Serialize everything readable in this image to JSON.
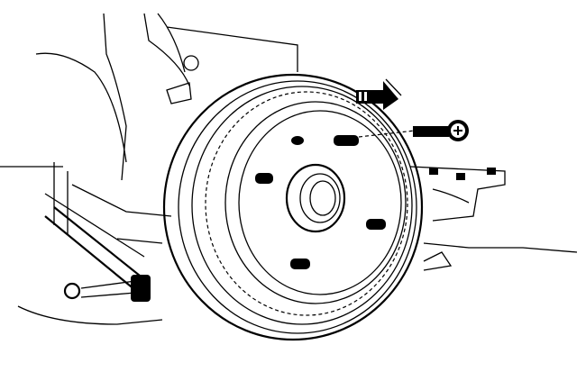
{
  "diagram": {
    "line_color": "#000000",
    "background_color": "#ffffff",
    "parts": [
      "brake-drum",
      "hub",
      "wheel-studs",
      "drum-screw",
      "direction-arrow",
      "backing-plate",
      "suspension-arm"
    ]
  }
}
